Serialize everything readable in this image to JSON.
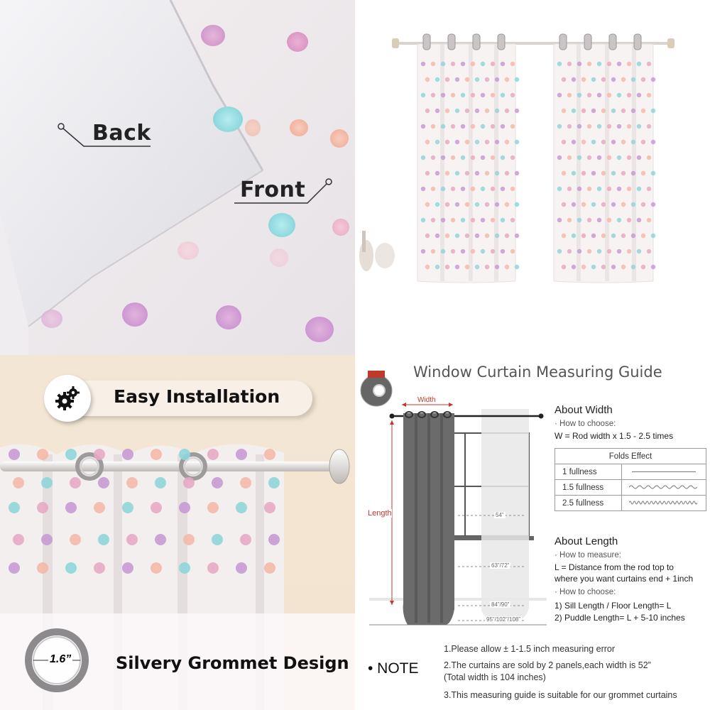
{
  "fabric_detail": {
    "back_label": "Back",
    "front_label": "Front"
  },
  "installation": {
    "heading": "Easy Installation",
    "grommet_size": "1.6”",
    "grommet_caption": "Silvery Grommet Design"
  },
  "guide": {
    "title": "Window Curtain Measuring Guide",
    "diagram": {
      "width_label": "Width",
      "length_label": "Length",
      "marks": [
        "54”",
        "63”/72”",
        "84”/90”",
        "95”/102”/108”"
      ]
    },
    "about_width": {
      "heading": "About Width",
      "how_to_choose": "· How to choose:",
      "formula": "W = Rod width x 1.5 - 2.5 times"
    },
    "folds_table": {
      "header": "Folds Effect",
      "rows": [
        "1 fullness",
        "1.5 fullness",
        "2.5 fullness"
      ]
    },
    "about_length": {
      "heading": "About Length",
      "how_to_measure": "· How to measure:",
      "measure_line1": "L = Distance from the rod top to",
      "measure_line2": "where you want curtains end + 1inch",
      "how_to_choose": "· How to choose:",
      "choice1": "1)  Sill Length / Floor Length= L",
      "choice2": "2)  Puddle Length= L + 5-10 inches"
    },
    "note": {
      "label": "• NOTE",
      "lines": [
        "1.Please allow ± 1-1.5 inch measuring error",
        "2.The curtains are sold by 2 panels,each width is 52”",
        "(Total width is 104 inches)",
        "3.This measuring guide is suitable for our grommet curtains"
      ]
    }
  },
  "colors": {
    "pink": "#e8a9c4",
    "lilac": "#c79ad3",
    "mint": "#8fd5d8",
    "peach": "#f4b9a8",
    "length_red": "#c0392b",
    "curtain_gray": "#6b6b6b"
  }
}
